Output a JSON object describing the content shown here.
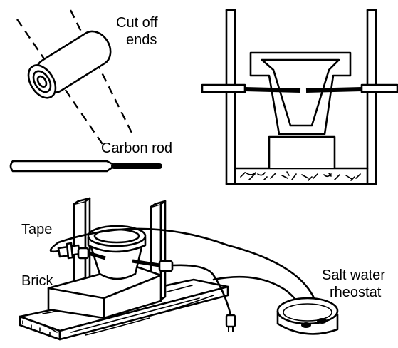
{
  "labels": {
    "cut_off_line1": "Cut off",
    "cut_off_line2": "ends",
    "carbon_rod": "Carbon rod",
    "tape": "Tape",
    "brick": "Brick",
    "salt_water_line1": "Salt water",
    "salt_water_line2": "rheostat"
  }
}
